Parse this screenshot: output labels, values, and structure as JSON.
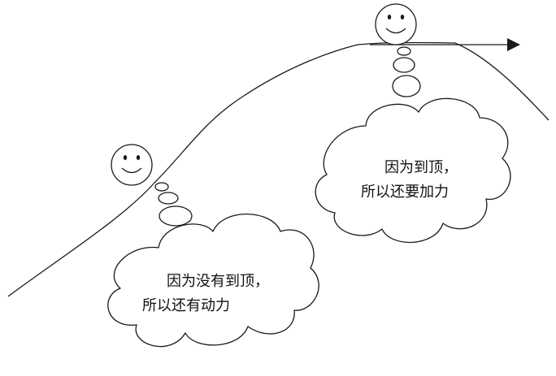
{
  "diagram": {
    "lower_thought": {
      "line1": "因为没有到顶，",
      "line2": "所以还有动力"
    },
    "upper_thought": {
      "line1": "因为到顶，",
      "line2": "所以还要加力"
    },
    "colors": {
      "ink": "#1a1a1a",
      "background": "#ffffff"
    },
    "icons": {
      "climber_lower": "smiley-face-icon",
      "climber_top": "smiley-face-icon",
      "direction": "arrow-right-icon"
    }
  }
}
